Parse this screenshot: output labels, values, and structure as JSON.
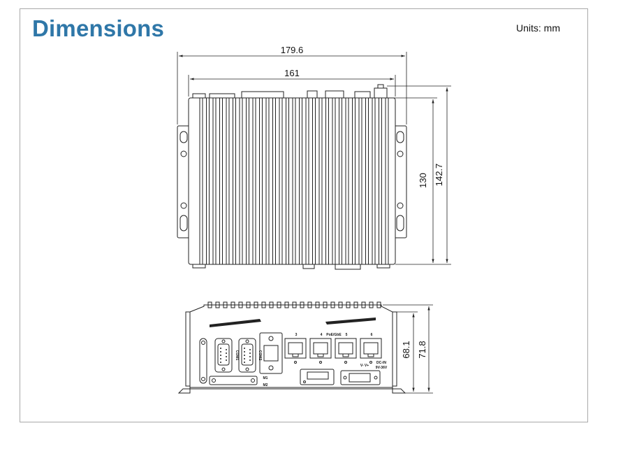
{
  "header": {
    "title": "Dimensions",
    "units": "Units: mm"
  },
  "top_view": {
    "dim_overall_width": "179.6",
    "dim_body_width": "161",
    "dim_body_depth": "130",
    "dim_overall_depth": "142.7"
  },
  "front_view": {
    "dim_body_height": "68.1",
    "dim_overall_height": "71.8",
    "labels": {
      "com1": "COM1",
      "com2": "COM2",
      "port3": "3",
      "port4": "4",
      "poe_label": "PoE/GbE",
      "port5": "5",
      "port6": "6",
      "m1": "M1",
      "m2": "M2",
      "dc_in": "DC-IN",
      "voltage": "9V-36V",
      "terminal": "V- V+"
    }
  }
}
